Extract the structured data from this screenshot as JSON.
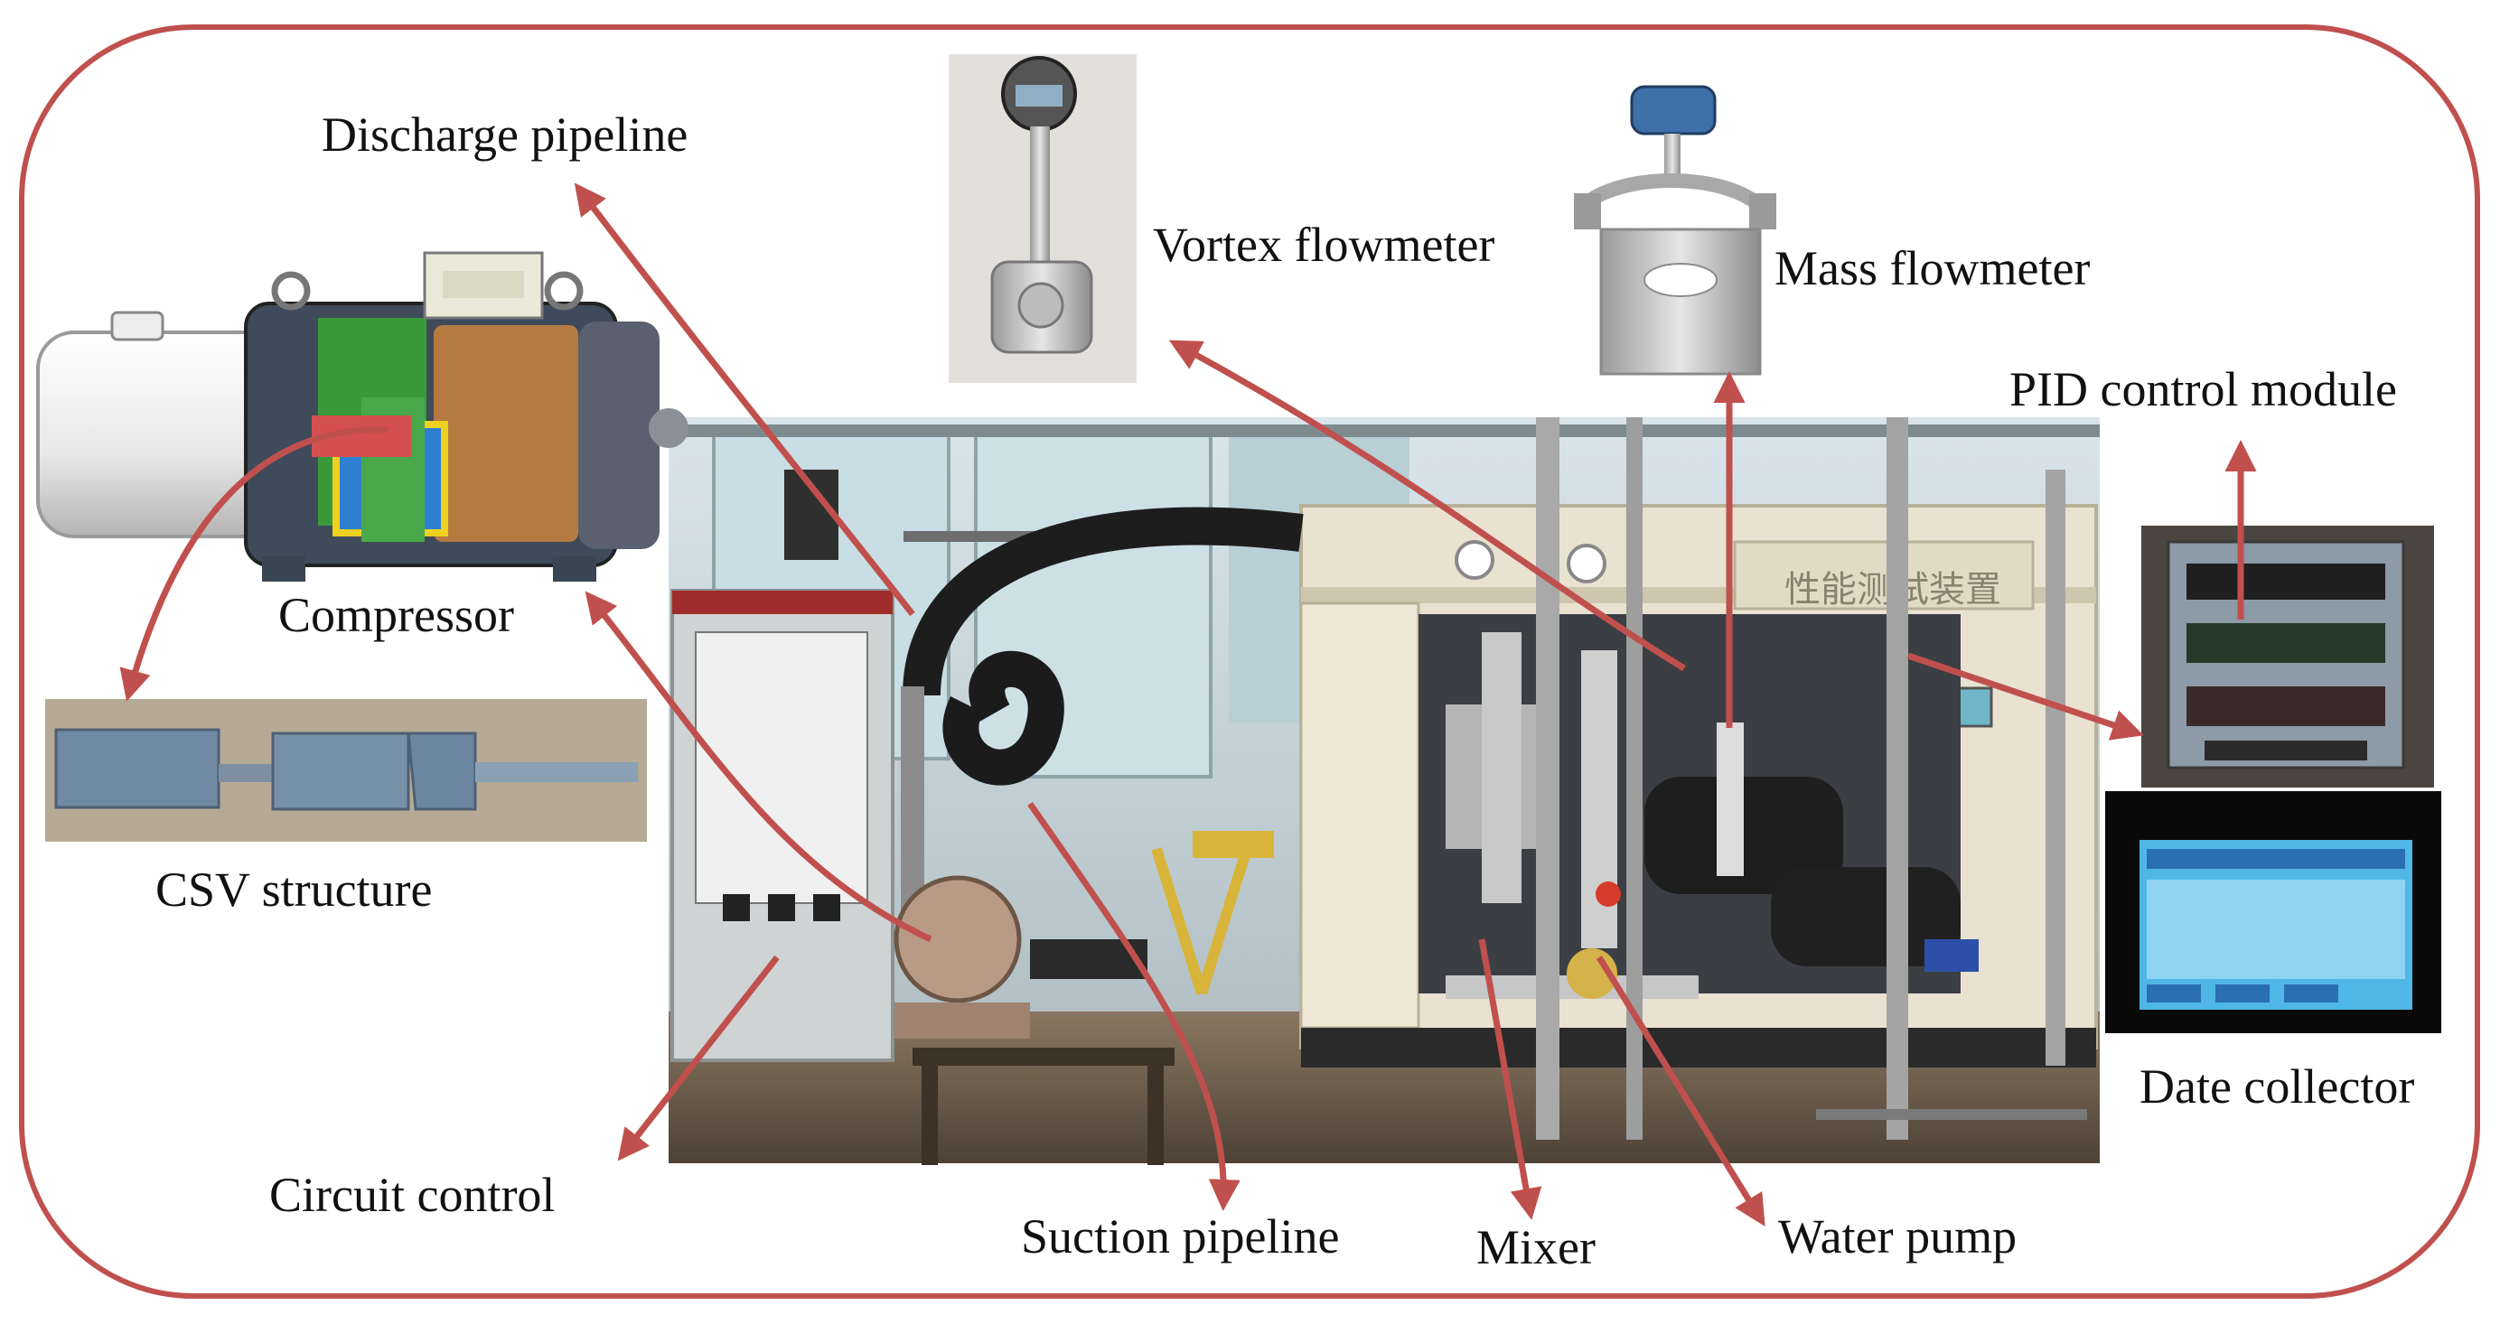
{
  "diagram": {
    "colors": {
      "frame": "#c0504d",
      "arrow": "#c0504d",
      "text": "#111111"
    },
    "labels": {
      "discharge_pipeline": "Discharge pipeline",
      "vortex_flowmeter": "Vortex flowmeter",
      "mass_flowmeter": "Mass flowmeter",
      "pid_control_module": "PID control module",
      "compressor": "Compressor",
      "csv_structure": "CSV structure",
      "date_collector": "Date collector",
      "circuit_control": "Circuit control",
      "suction_pipeline": "Suction pipeline",
      "mixer": "Mixer",
      "water_pump": "Water pump"
    },
    "panel_text": {
      "cabinet_sign": "性能测试装置"
    }
  }
}
